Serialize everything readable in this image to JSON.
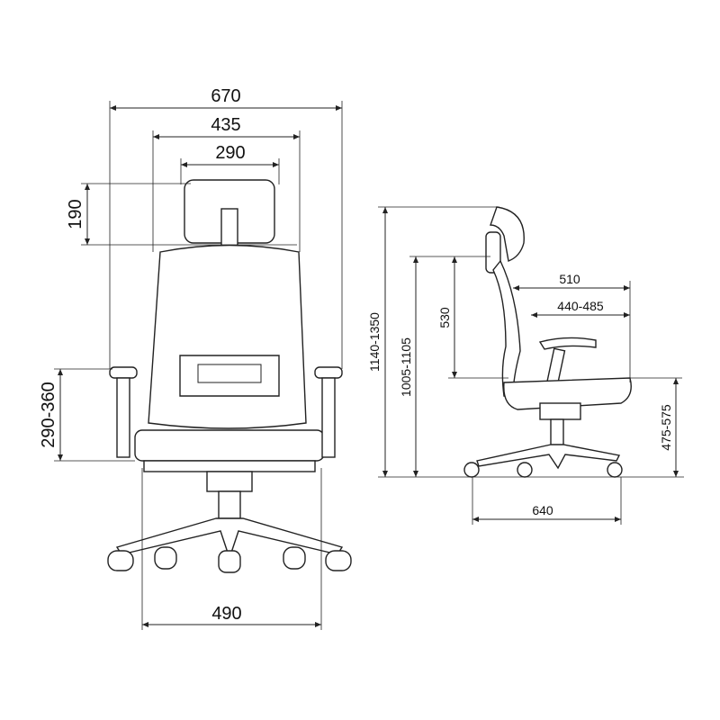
{
  "front_view": {
    "overall_width": "670",
    "backrest_width": "435",
    "headrest_width": "290",
    "headrest_height": "190",
    "armrest_height": "290-360",
    "base_width": "490"
  },
  "side_view": {
    "total_height": "1140-1350",
    "backrest_top_height": "1005-1105",
    "backrest_height": "530",
    "seat_depth": "510",
    "seat_depth_adjust": "440-485",
    "seat_height": "475-575",
    "base_depth": "640"
  }
}
